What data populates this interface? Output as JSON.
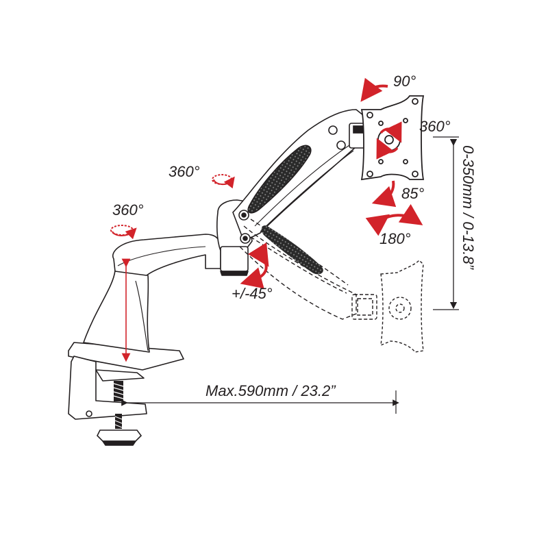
{
  "labels": {
    "tilt_top": "90°",
    "rotate_plate": "360°",
    "swivel_upper": "360°",
    "swivel_base": "360°",
    "tilt_down": "85°",
    "pan": "180°",
    "arm_tilt": "+/-45°",
    "height_range": "0-350mm / 0-13.8”",
    "reach": "Max.590mm / 23.2”"
  },
  "colors": {
    "line": "#231f20",
    "arrow_accent": "#d2232a",
    "pad_fill": "#3a3a3a"
  },
  "icons": [
    "rotate-arrow-icon",
    "swivel-arrow-icon",
    "tilt-arrow-icon",
    "pan-arrow-icon"
  ]
}
